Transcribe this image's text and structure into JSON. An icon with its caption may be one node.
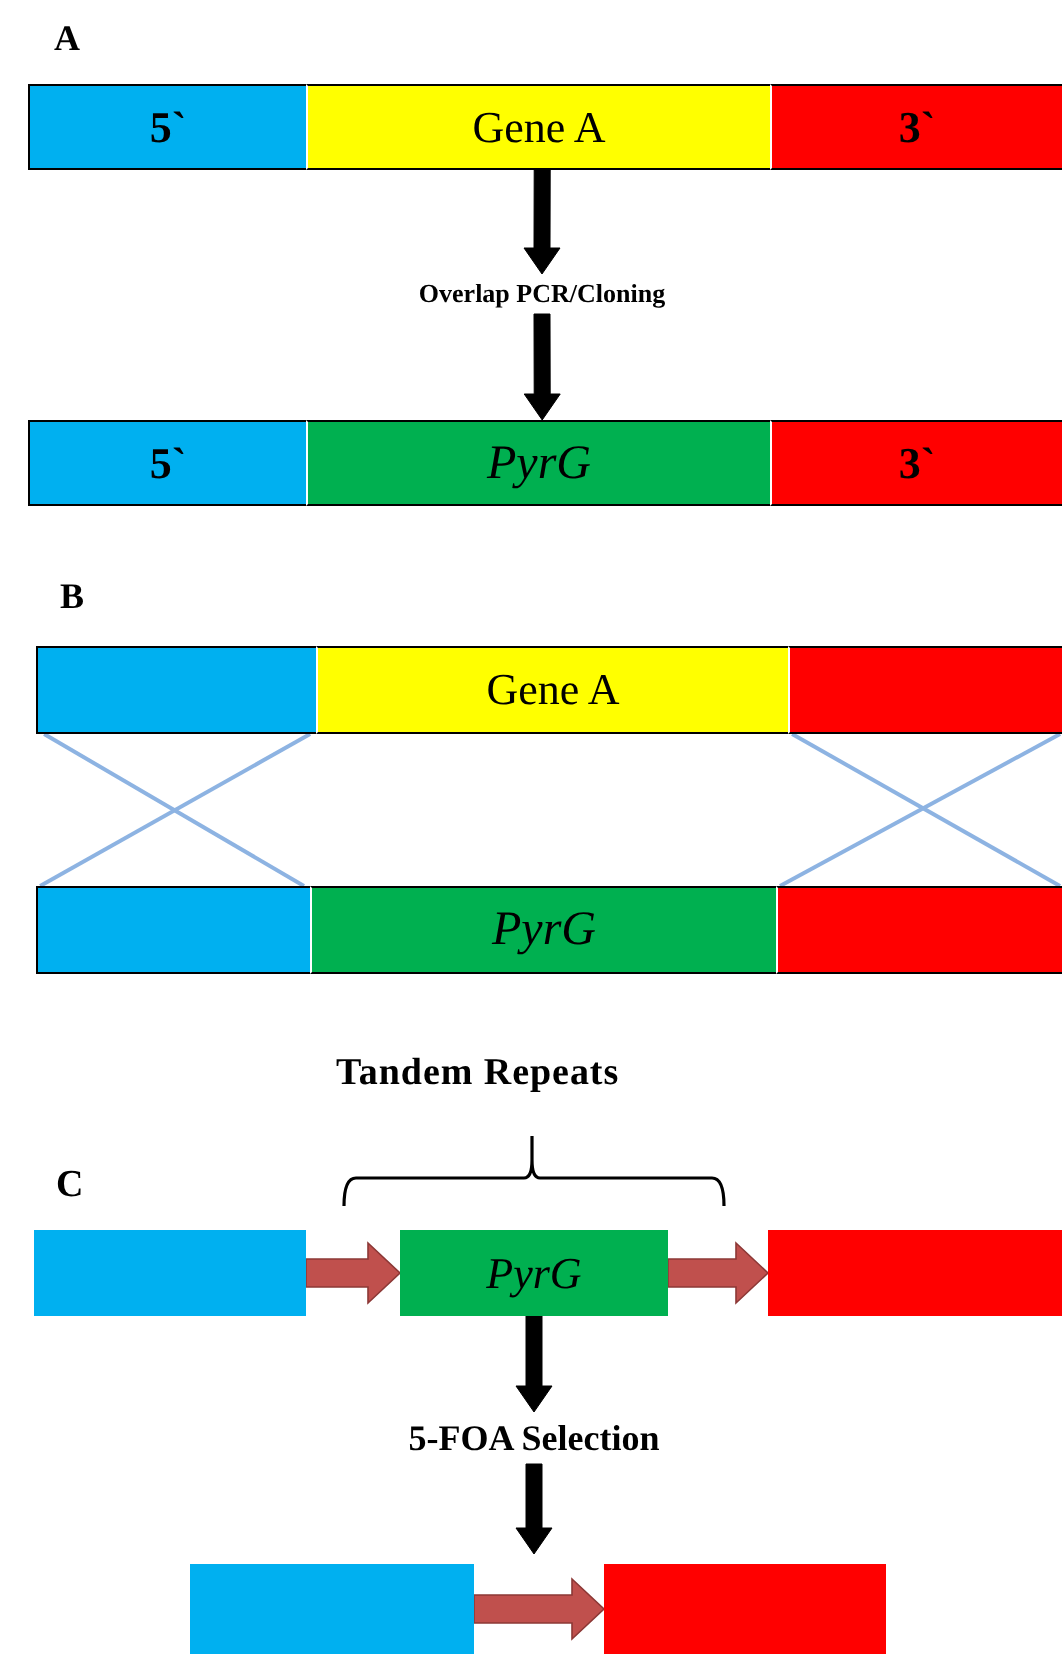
{
  "diagram": {
    "nodes": [
      {
        "text": [
          "5`"
        ]
      },
      {
        "text": [
          "Gene A"
        ]
      },
      {
        "text": [
          "3`"
        ]
      },
      {
        "text": [
          "5`"
        ]
      },
      {
        "text": [
          "PyrG"
        ]
      },
      {
        "text": [
          "3`"
        ]
      },
      {
        "text": [],
        "shape": "box"
      },
      {
        "text": [
          "Gene A"
        ]
      },
      {
        "text": [],
        "shape": "box"
      },
      {
        "text": [],
        "shape": "box"
      },
      {
        "text": [
          "PyrG"
        ]
      },
      {
        "text": [],
        "shape": "box"
      },
      {
        "text": [],
        "shape": "box"
      },
      {
        "text": [
          "PyrG"
        ]
      },
      {
        "text": [],
        "shape": "box"
      },
      {
        "text": [],
        "shape": "box"
      },
      {
        "text": [],
        "shape": "box"
      },
      {
        "text": [
          "Overlap PCR/Cloning"
        ]
      },
      {
        "text": [
          "5-FOA Selection"
        ]
      }
    ],
    "edges": [
      {
        "from": 1,
        "to": 17,
        "arrow": "to",
        "style": "thick"
      },
      {
        "from": 17,
        "to": 4,
        "arrow": "to",
        "style": "thick"
      },
      {
        "from": 6,
        "to": 9,
        "arrow": "none",
        "color": "#8db3e2"
      },
      {
        "from": 6,
        "to": 9,
        "arrow": "none",
        "color": "#8db3e2"
      },
      {
        "from": 8,
        "to": 11,
        "arrow": "none",
        "color": "#8db3e2"
      },
      {
        "from": 8,
        "to": 11,
        "arrow": "none",
        "color": "#8db3e2"
      },
      {
        "from": 12,
        "to": 13,
        "arrow": "to",
        "style": "thick",
        "color": "#c0504d"
      },
      {
        "from": 13,
        "to": 14,
        "arrow": "to",
        "style": "thick",
        "color": "#c0504d"
      },
      {
        "from": 13,
        "to": 18,
        "arrow": "to",
        "style": "thick"
      },
      {
        "from": 18,
        "to": null,
        "arrow": "to",
        "style": "thick"
      },
      {
        "from": 15,
        "to": 16,
        "arrow": "to",
        "style": "thick",
        "color": "#c0504d"
      }
    ],
    "labels": [
      "A",
      "B",
      "Tandem Repeats",
      "C"
    ]
  }
}
